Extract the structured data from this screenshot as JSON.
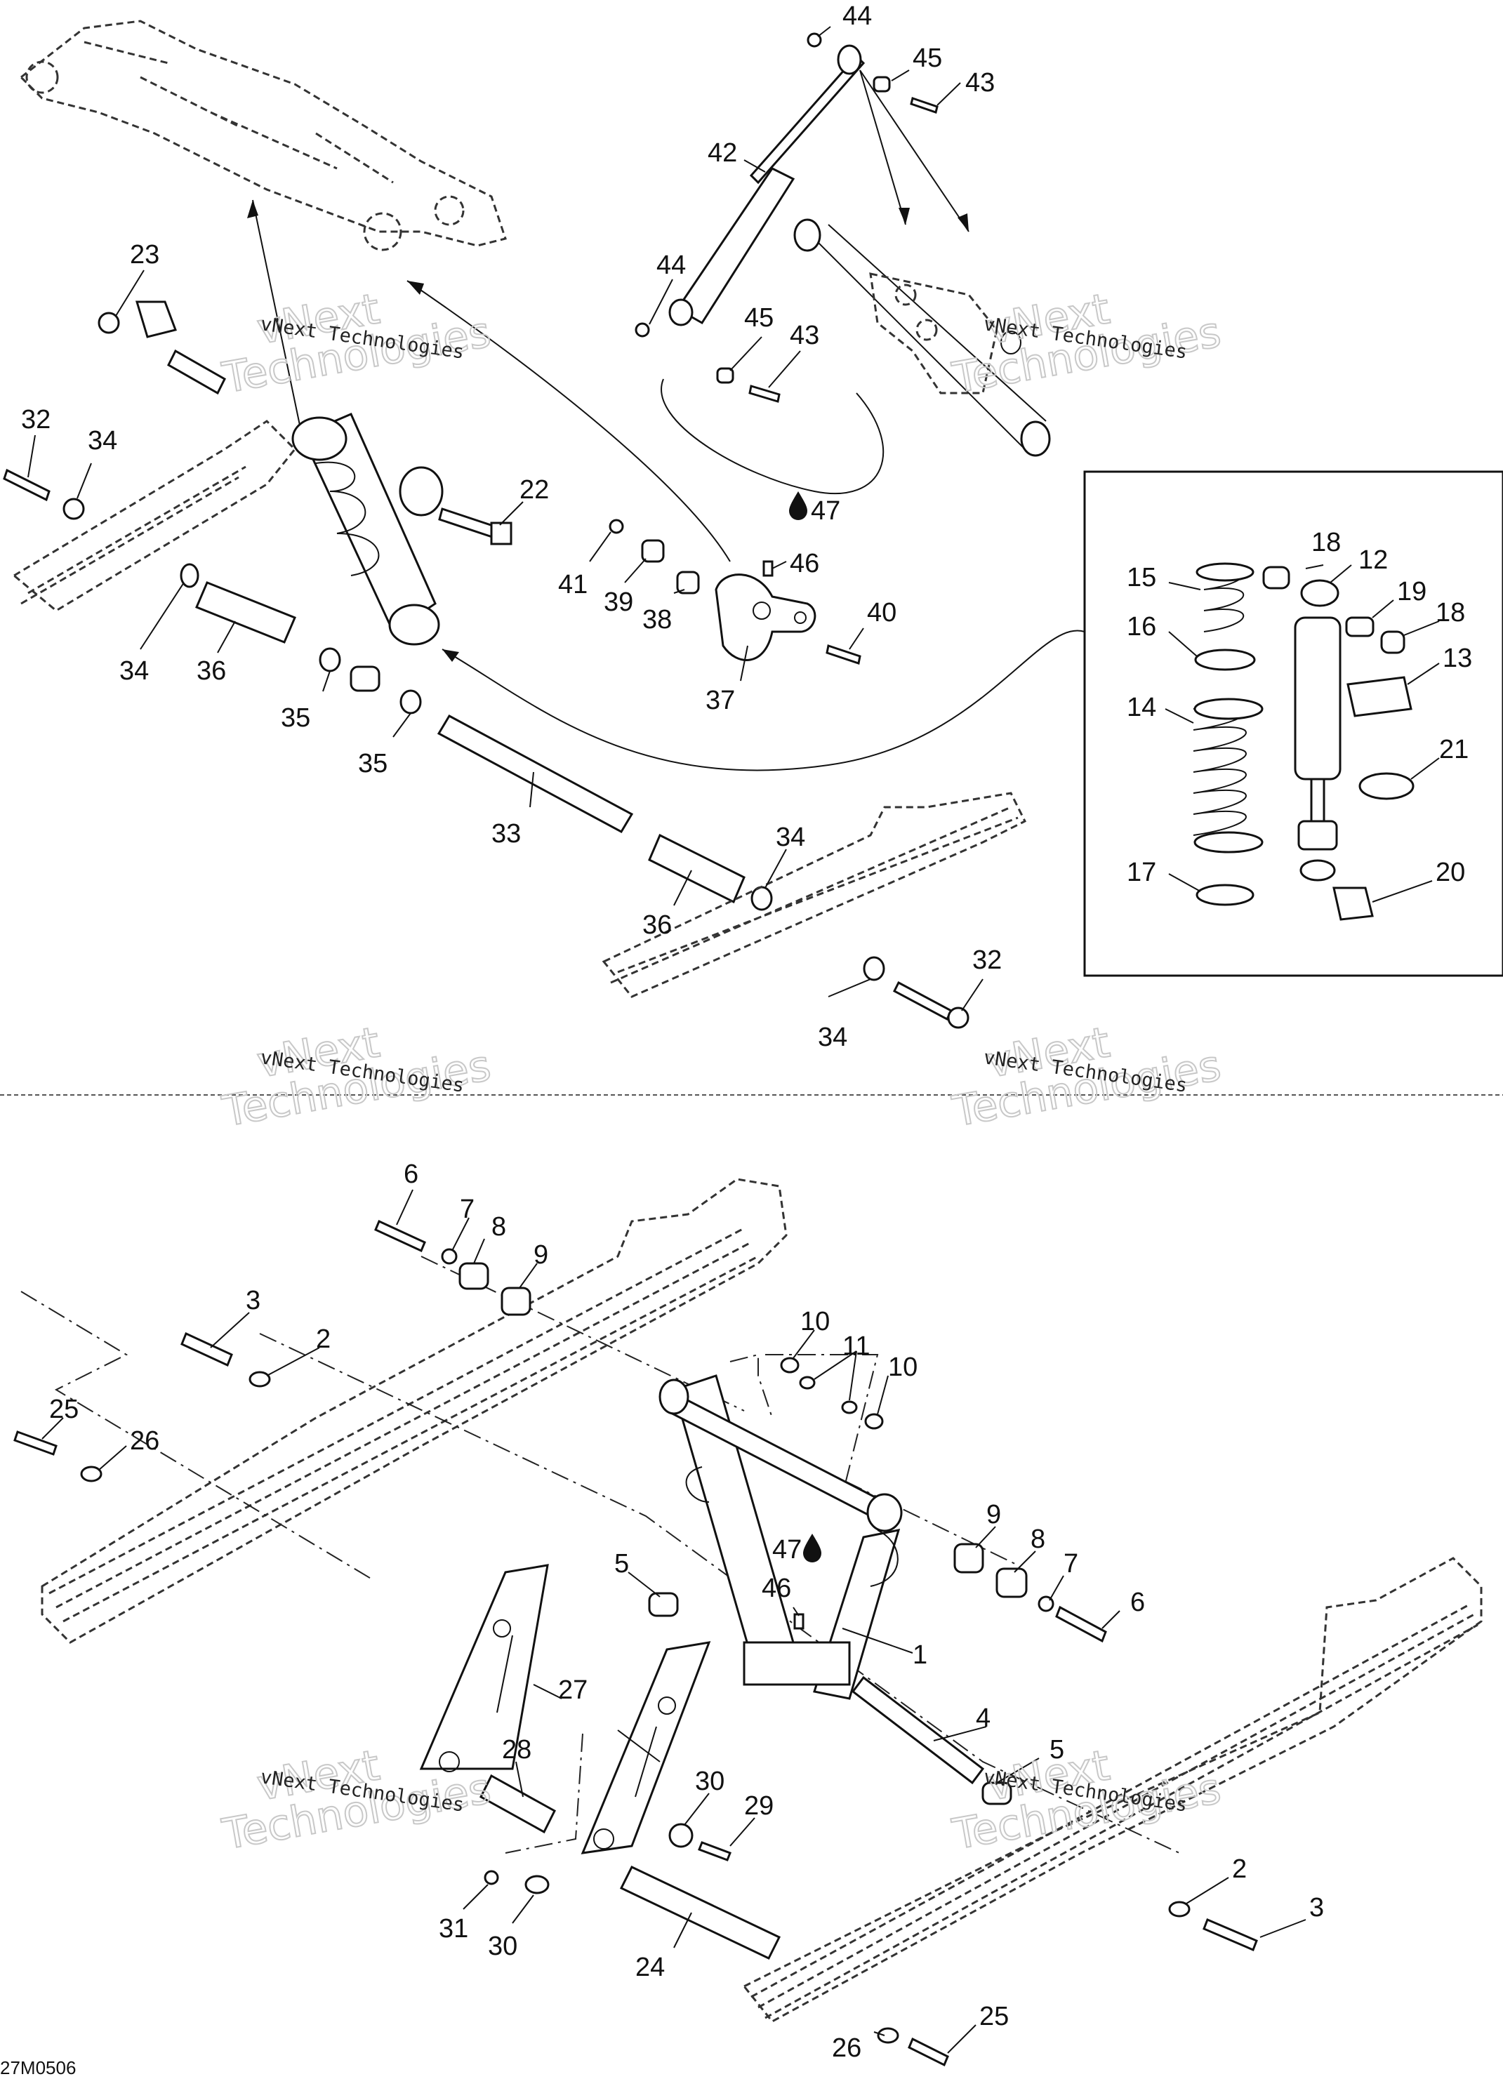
{
  "diagram_code": "27M0506",
  "watermark": {
    "small": "vNext Technologies",
    "big_top": "vNext",
    "big_bottom": "Technologies"
  },
  "callouts": {
    "c1": "1",
    "c2a": "2",
    "c2b": "2",
    "c3a": "3",
    "c3b": "3",
    "c4": "4",
    "c5a": "5",
    "c5b": "5",
    "c6a": "6",
    "c6b": "6",
    "c7a": "7",
    "c7b": "7",
    "c8a": "8",
    "c8b": "8",
    "c9a": "9",
    "c9b": "9",
    "c10a": "10",
    "c10b": "10",
    "c11": "11",
    "c12": "12",
    "c13": "13",
    "c14": "14",
    "c15": "15",
    "c16": "16",
    "c17": "17",
    "c18a": "18",
    "c18b": "18",
    "c19": "19",
    "c20": "20",
    "c21": "21",
    "c22": "22",
    "c23": "23",
    "c24": "24",
    "c25a": "25",
    "c25b": "25",
    "c26a": "26",
    "c26b": "26",
    "c27": "27",
    "c28": "28",
    "c29": "29",
    "c30a": "30",
    "c30b": "30",
    "c31": "31",
    "c32a": "32",
    "c32b": "32",
    "c33": "33",
    "c34a": "34",
    "c34b": "34",
    "c34c": "34",
    "c34d": "34",
    "c35a": "35",
    "c35b": "35",
    "c36a": "36",
    "c36b": "36",
    "c37": "37",
    "c38": "38",
    "c39": "39",
    "c40": "40",
    "c41": "41",
    "c42": "42",
    "c43a": "43",
    "c43b": "43",
    "c44a": "44",
    "c44b": "44",
    "c45a": "45",
    "c45b": "45",
    "c46a": "46",
    "c46b": "46",
    "c47a": "47",
    "c47b": "47"
  }
}
